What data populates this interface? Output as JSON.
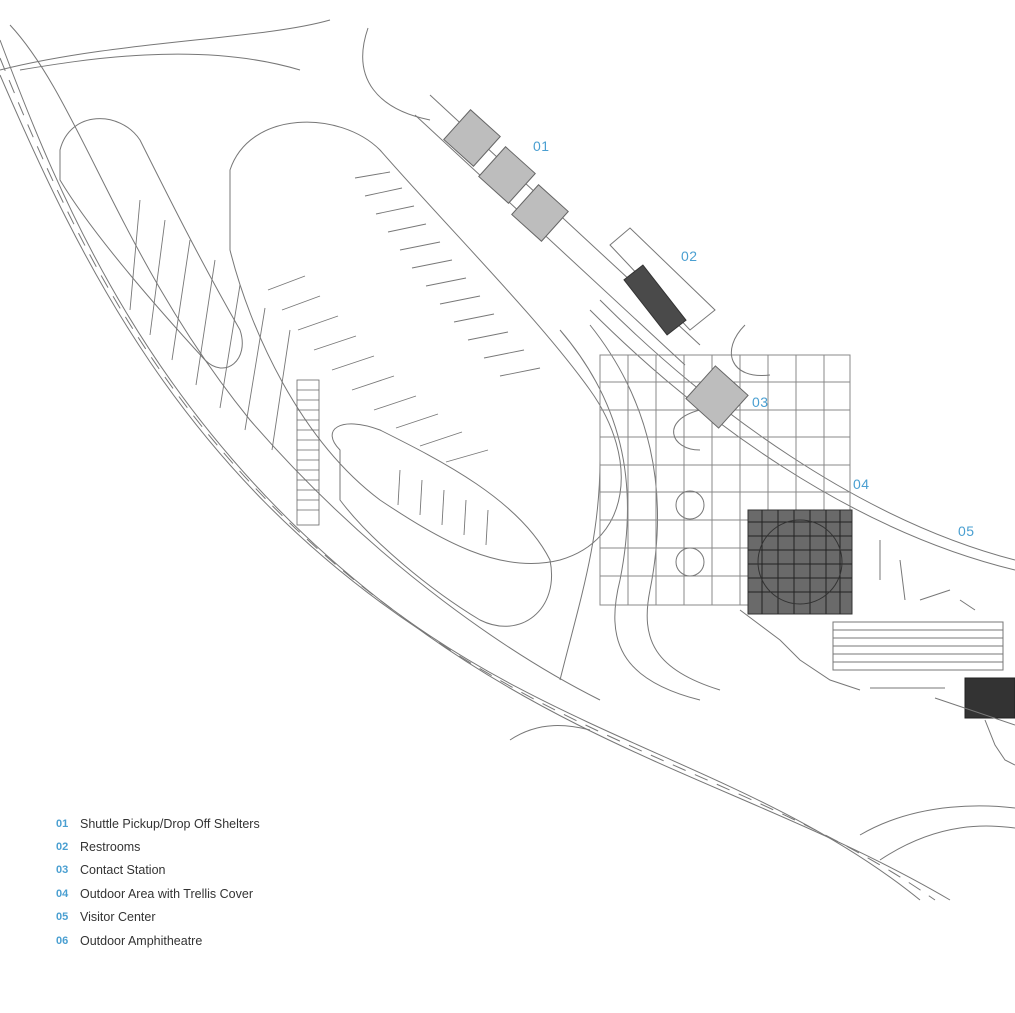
{
  "callouts": [
    {
      "id": "01",
      "label": "01"
    },
    {
      "id": "02",
      "label": "02"
    },
    {
      "id": "03",
      "label": "03"
    },
    {
      "id": "04",
      "label": "04"
    },
    {
      "id": "05",
      "label": "05"
    }
  ],
  "legend": [
    {
      "num": "01",
      "text": "Shuttle Pickup/Drop Off Shelters"
    },
    {
      "num": "02",
      "text": "Restrooms"
    },
    {
      "num": "03",
      "text": "Contact Station"
    },
    {
      "num": "04",
      "text": "Outdoor Area with Trellis Cover"
    },
    {
      "num": "05",
      "text": "Visitor Center"
    },
    {
      "num": "06",
      "text": "Outdoor Amphitheatre"
    }
  ],
  "colors": {
    "callout": "#4a9fd1",
    "line": "#777777",
    "dark_fill": "#3a3a3a",
    "gray_fill": "#bdbdbd"
  }
}
